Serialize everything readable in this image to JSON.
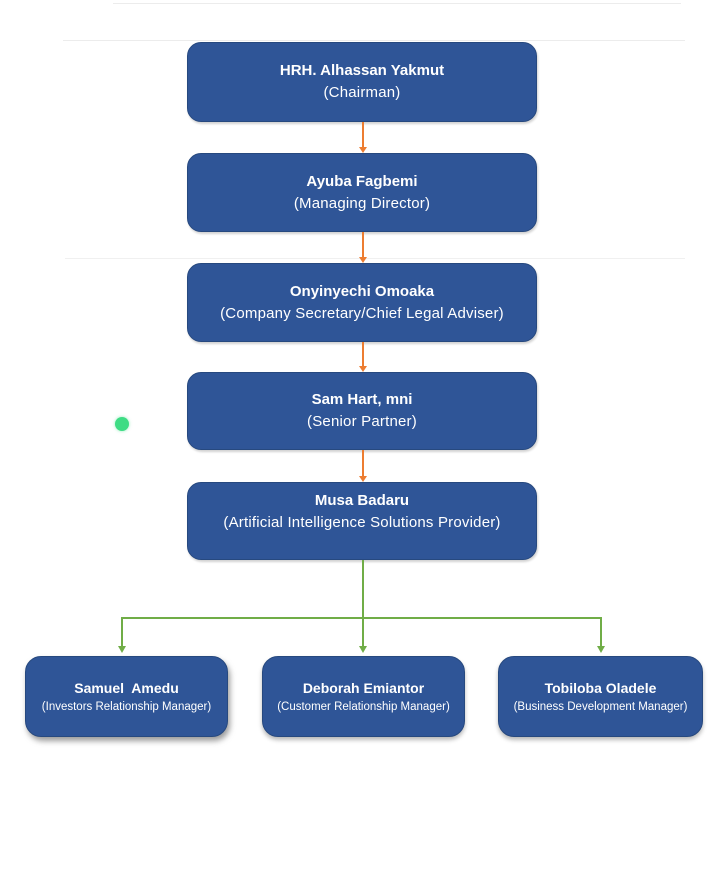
{
  "colors": {
    "page_bg": "#ffffff",
    "box_fill": "#2F5597",
    "box_border": "#27497F",
    "box_text": "#FFFFFF",
    "orange_connector": "#ED7D31",
    "green_connector": "#70AD47",
    "green_dot": "#3EDC84",
    "divider_line": "#ECECEC"
  },
  "org_chart": {
    "chain": [
      {
        "name": "HRH. Alhassan Yakmut",
        "title": "(Chairman)"
      },
      {
        "name": "Ayuba Fagbemi",
        "title": "(Managing Director)"
      },
      {
        "name": "Onyinyechi Omoaka",
        "title": "(Company Secretary/Chief Legal Adviser)"
      },
      {
        "name": "Sam Hart, mni",
        "title": "(Senior Partner)"
      },
      {
        "name": "Musa Badaru",
        "title": "(Artificial Intelligence Solutions Provider)"
      }
    ],
    "reports": [
      {
        "name": "Samuel  Amedu",
        "title": "(Investors Relationship Manager)"
      },
      {
        "name": "Deborah Emiantor",
        "title": "(Customer Relationship Manager)"
      },
      {
        "name": "Tobiloba Oladele",
        "title": "(Business Development Manager)"
      }
    ]
  }
}
